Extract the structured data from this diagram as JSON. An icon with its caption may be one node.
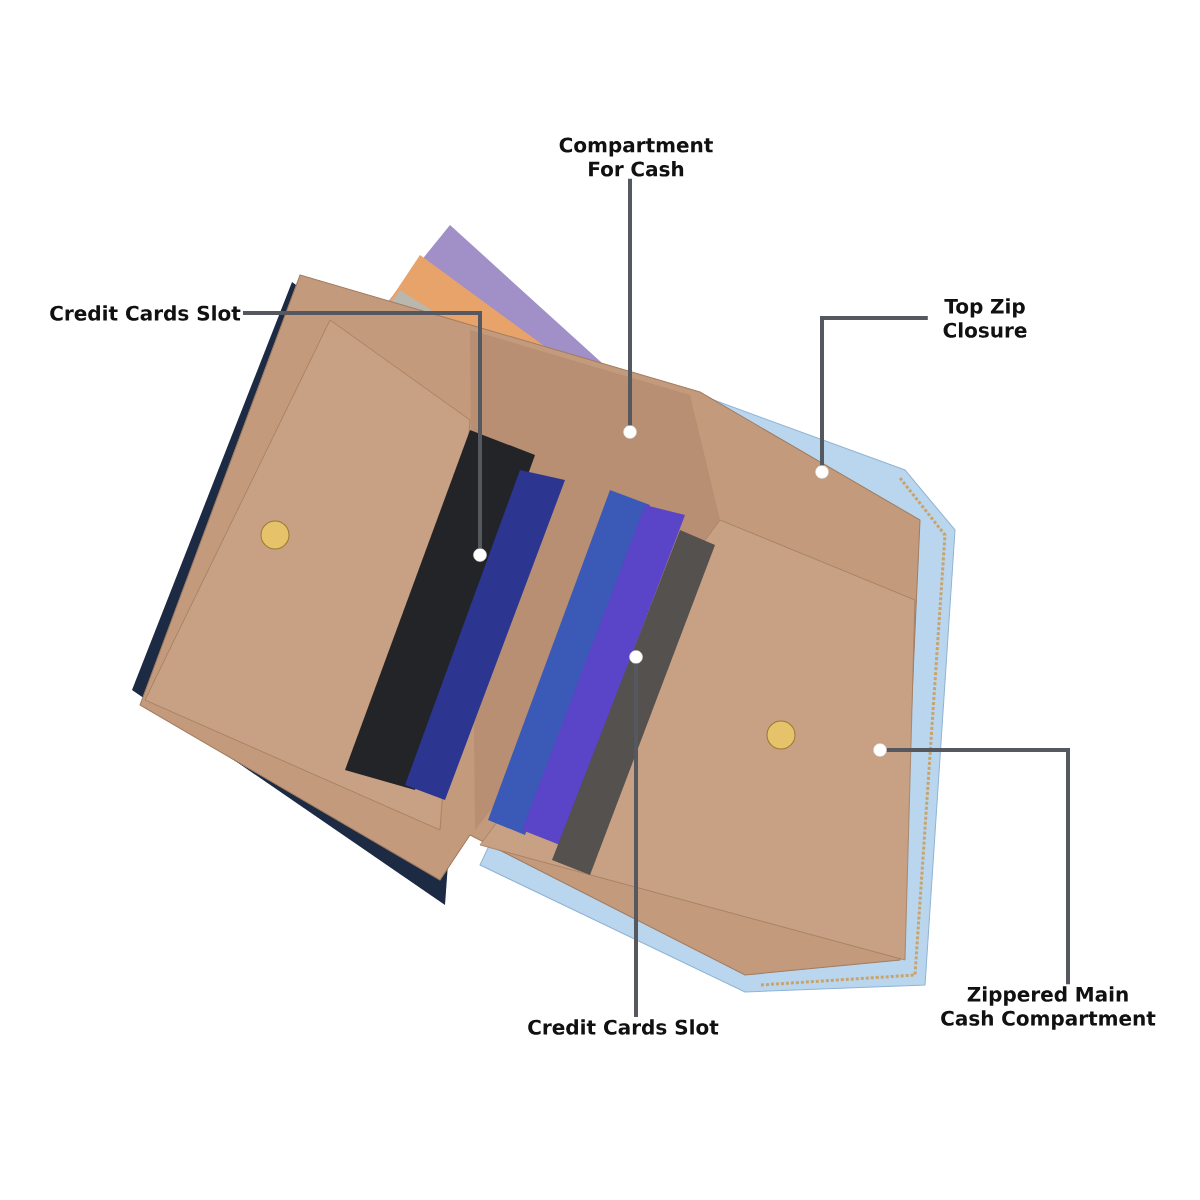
{
  "diagram": {
    "nodes": [
      {
        "text": [
          "Compartment For Cash"
        ]
      },
      {
        "text": [
          "Credit Cards Slot"
        ]
      },
      {
        "text": [
          "Top Zip Closure"
        ]
      },
      {
        "text": [
          "Zippered Main Cash Compartment"
        ]
      },
      {
        "text": [
          "Credit Cards Slot"
        ]
      },
      {
        "text": [],
        "shape": "circle"
      },
      {
        "text": [],
        "shape": "circle"
      },
      {
        "text": [],
        "shape": "circle"
      },
      {
        "text": [],
        "shape": "circle"
      },
      {
        "text": [],
        "shape": "circle"
      }
    ],
    "edges": [
      {
        "from": 0,
        "to": 5,
        "arrow": "none"
      },
      {
        "from": 1,
        "to": 6,
        "arrow": "none"
      },
      {
        "from": 2,
        "to": 7,
        "arrow": "none"
      },
      {
        "from": 3,
        "to": 8,
        "arrow": "none"
      },
      {
        "from": 4,
        "to": 9,
        "arrow": "none"
      }
    ]
  }
}
